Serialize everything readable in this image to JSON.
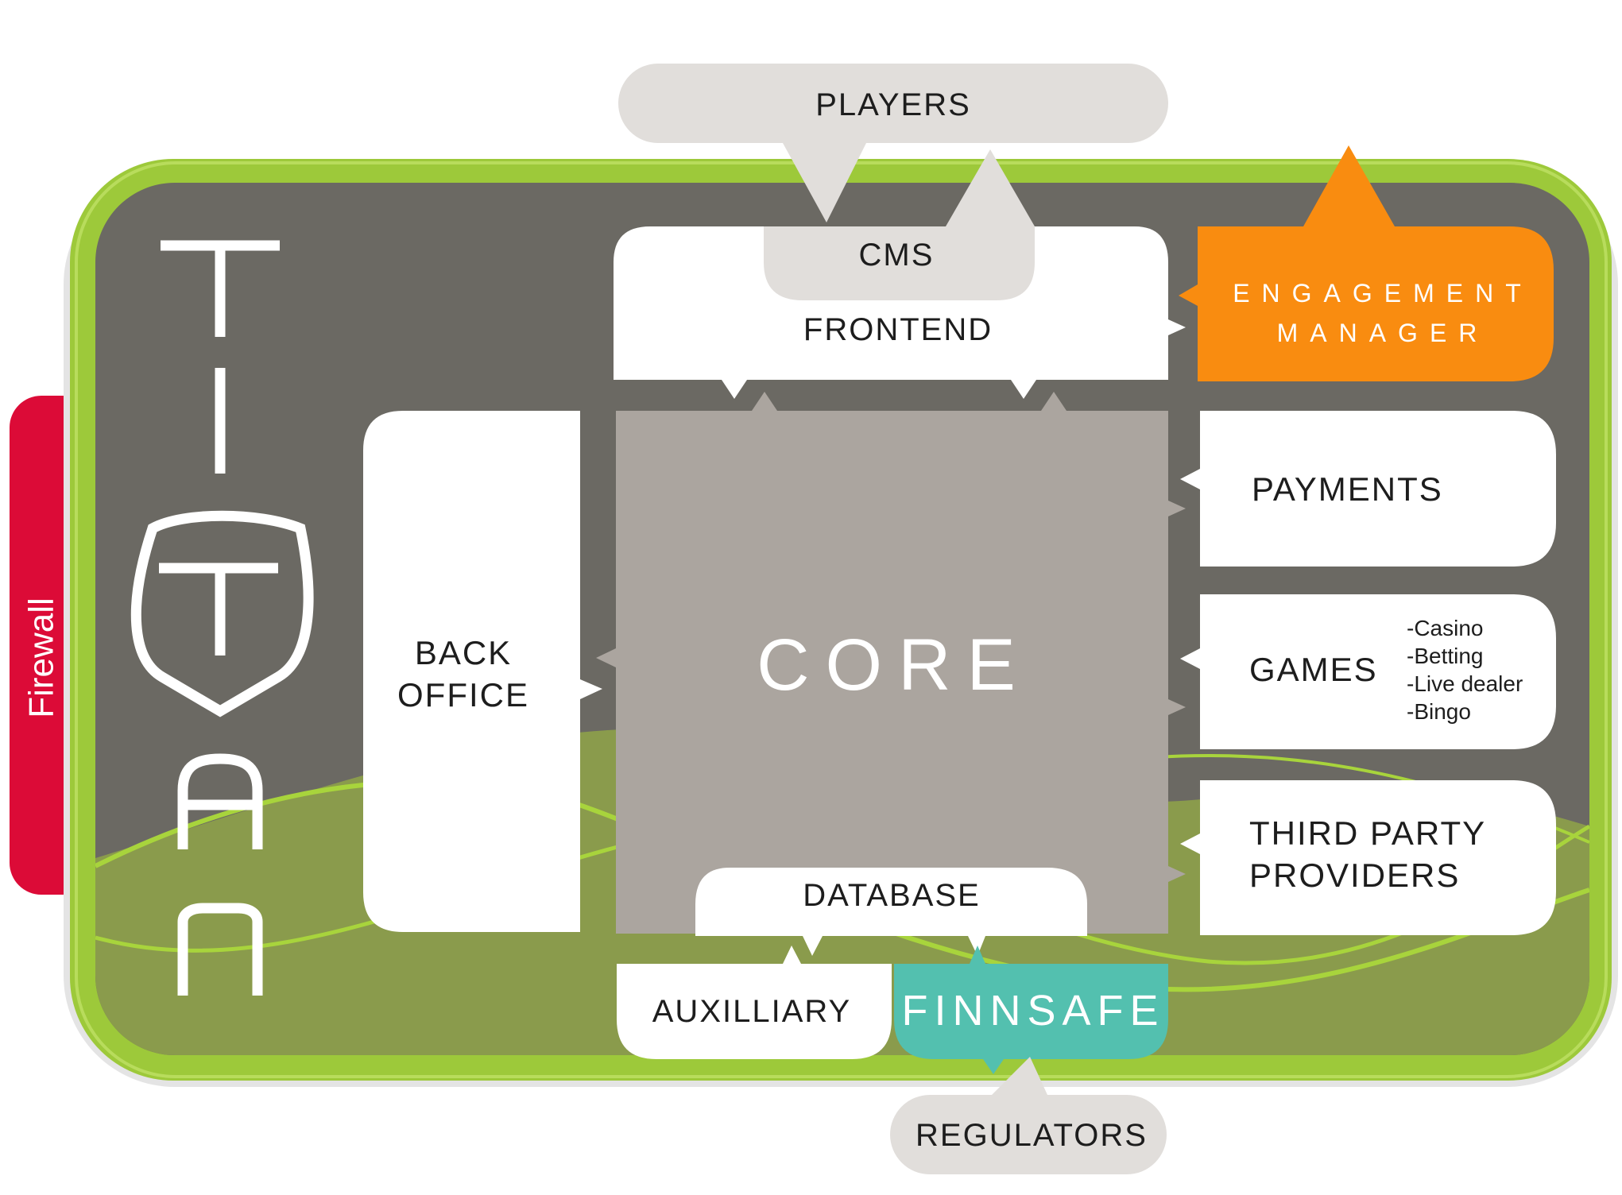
{
  "firewall": {
    "label": "Firewall"
  },
  "logo": {
    "letters": [
      "T",
      "I",
      "T",
      "A",
      "N"
    ]
  },
  "nodes": {
    "players": "PLAYERS",
    "cms": "CMS",
    "frontend": "FRONTEND",
    "engagement_manager": [
      "ENGAGEMENT",
      "MANAGER"
    ],
    "back_office": [
      "BACK",
      "OFFICE"
    ],
    "core": "CORE",
    "payments": "PAYMENTS",
    "games": "GAMES",
    "games_list": [
      "-Casino",
      "-Betting",
      "-Live dealer",
      "-Bingo"
    ],
    "third_party": [
      "THIRD PARTY",
      "PROVIDERS"
    ],
    "database": "DATABASE",
    "auxilliary": "AUXILLIARY",
    "finnsafe": "FINNSAFE",
    "regulators": "REGULATORS"
  },
  "colors": {
    "frame_green": "#9dc93a",
    "inner_grey": "#6b6963",
    "wave_green": "#8a9b4c",
    "core_grey": "#aba59f",
    "bubble_grey": "#e1dedb",
    "firewall_red": "#dc0b37",
    "engagement_orange": "#f98c10",
    "finnsafe_teal": "#53c0af",
    "white": "#ffffff"
  }
}
